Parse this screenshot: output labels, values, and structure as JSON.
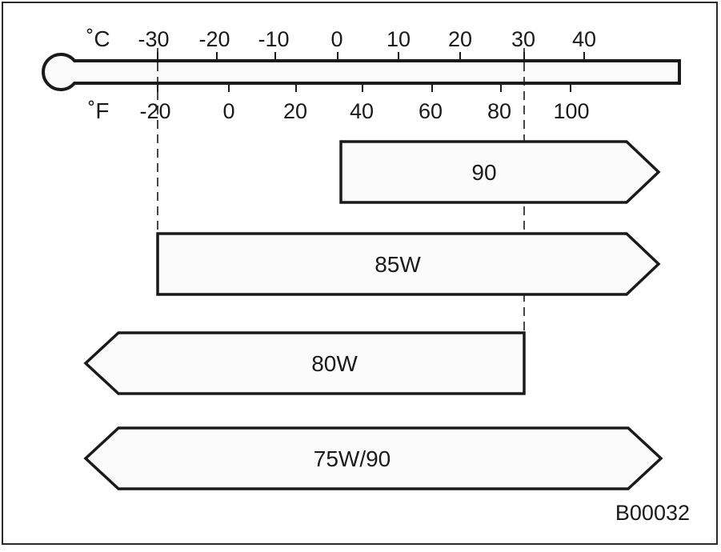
{
  "diagram": {
    "celsius_unit": "˚C",
    "fahrenheit_unit": "˚F",
    "celsius_ticks": [
      "-30",
      "-20",
      "-10",
      "0",
      "10",
      "20",
      "30",
      "40"
    ],
    "fahrenheit_ticks": [
      "-20",
      "0",
      "20",
      "40",
      "60",
      "80",
      "100"
    ],
    "ranges": [
      {
        "label": "90",
        "from_c": "0",
        "to_c": "open"
      },
      {
        "label": "85W",
        "from_c": "-30",
        "to_c": "open"
      },
      {
        "label": "80W",
        "from_c": "open",
        "to_c": "30"
      },
      {
        "label": "75W/90",
        "from_c": "open",
        "to_c": "open"
      }
    ],
    "figure_code": "B00032"
  }
}
